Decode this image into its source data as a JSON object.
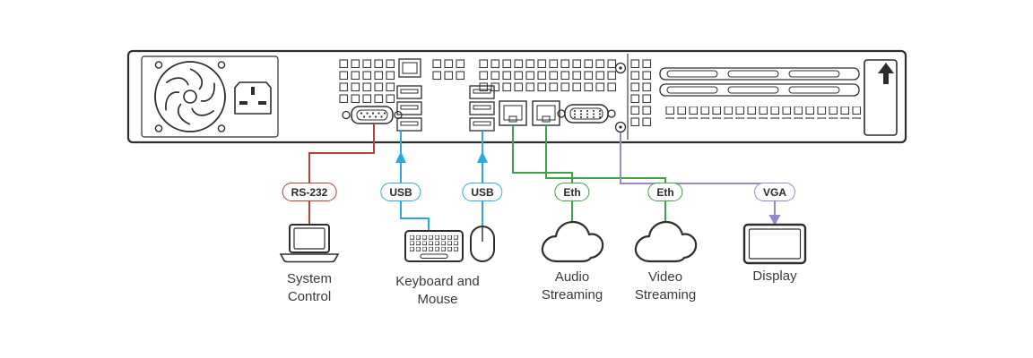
{
  "device": {
    "name": "1U rack device rear panel"
  },
  "connections": {
    "rs232": {
      "label": "RS-232",
      "color": "#b2433b",
      "arrow": "none"
    },
    "usb1": {
      "label": "USB",
      "color": "#29abe2",
      "arrow": "up"
    },
    "usb2": {
      "label": "USB",
      "color": "#29abe2",
      "arrow": "up"
    },
    "eth1": {
      "label": "Eth",
      "color": "#3da249",
      "arrow": "none"
    },
    "eth2": {
      "label": "Eth",
      "color": "#3da249",
      "arrow": "none"
    },
    "vga": {
      "label": "VGA",
      "color": "#9b87cb",
      "arrow": "down"
    }
  },
  "endpoints": {
    "system_control": {
      "label": "System Control",
      "icon": "laptop-icon"
    },
    "keyboard_mouse": {
      "label": "Keyboard and Mouse",
      "icon": "keyboard-and-mouse-icon"
    },
    "audio_streaming": {
      "label": "Audio Streaming",
      "icon": "cloud-icon"
    },
    "video_streaming": {
      "label": "Video Streaming",
      "icon": "cloud-icon"
    },
    "display": {
      "label": "Display",
      "icon": "monitor-icon"
    }
  }
}
